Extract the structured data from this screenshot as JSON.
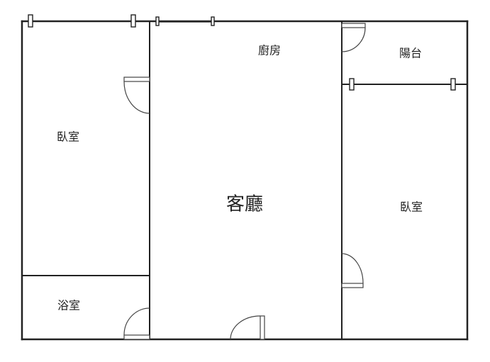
{
  "rooms": {
    "kitchen": "廚房",
    "balcony": "陽台",
    "bedroom_left": "臥室",
    "living_room": "客廳",
    "bedroom_right": "臥室",
    "bathroom": "浴室"
  },
  "colors": {
    "wall": "#222222",
    "background": "#ffffff"
  }
}
